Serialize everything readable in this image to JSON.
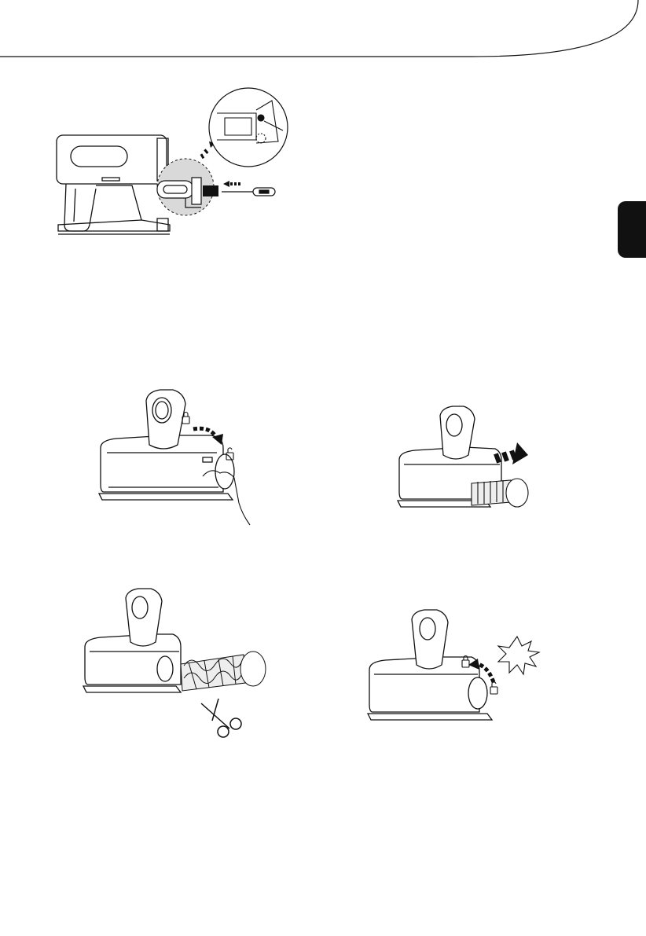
{
  "page": {
    "background": "#ffffff",
    "ink_color": "#111111",
    "shade_color": "#d9d9d9",
    "language_tab_color": "#111111"
  },
  "illustrations": [
    {
      "id": "fig-handheld-unit",
      "icons": [
        "lock-icon",
        "arrow-right-icon",
        "magnifier-callout"
      ]
    },
    {
      "id": "fig-unlock-brush-cap",
      "icons": [
        "lock-icon",
        "unlock-icon",
        "rotate-arrow-icon",
        "hand-icon"
      ]
    },
    {
      "id": "fig-pull-out-roller",
      "icons": [
        "arrow-right-icon"
      ]
    },
    {
      "id": "fig-cut-hair-from-roller",
      "icons": [
        "scissors-icon"
      ]
    },
    {
      "id": "fig-lock-brush-cap",
      "icons": [
        "lock-icon",
        "unlock-icon",
        "rotate-arrow-icon",
        "click-burst-icon"
      ]
    }
  ]
}
